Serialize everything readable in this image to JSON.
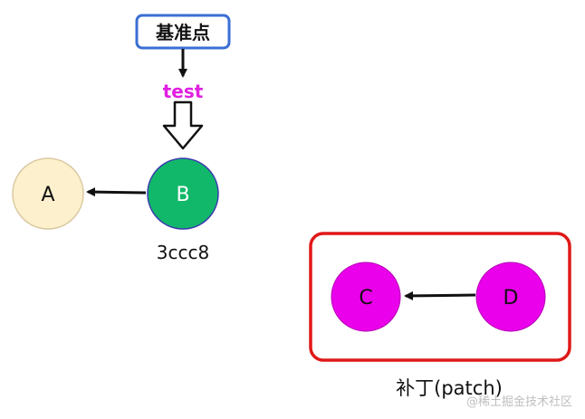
{
  "baseline_label": "基准点",
  "branch_label": "test",
  "commits": {
    "a": {
      "label": "A"
    },
    "b": {
      "label": "B",
      "hash": "3ccc8"
    }
  },
  "patch": {
    "caption": "补丁(patch)",
    "c": {
      "label": "C"
    },
    "d": {
      "label": "D"
    }
  },
  "watermark": "@稀土掘金技术社区",
  "colors": {
    "baseline_border": "#3b6fd4",
    "branch_label": "#e020e0",
    "commit_a_fill": "#fdf0cc",
    "commit_b_fill": "#12b86a",
    "patch_node_fill": "#ea00ea",
    "patch_border": "#e01818"
  }
}
